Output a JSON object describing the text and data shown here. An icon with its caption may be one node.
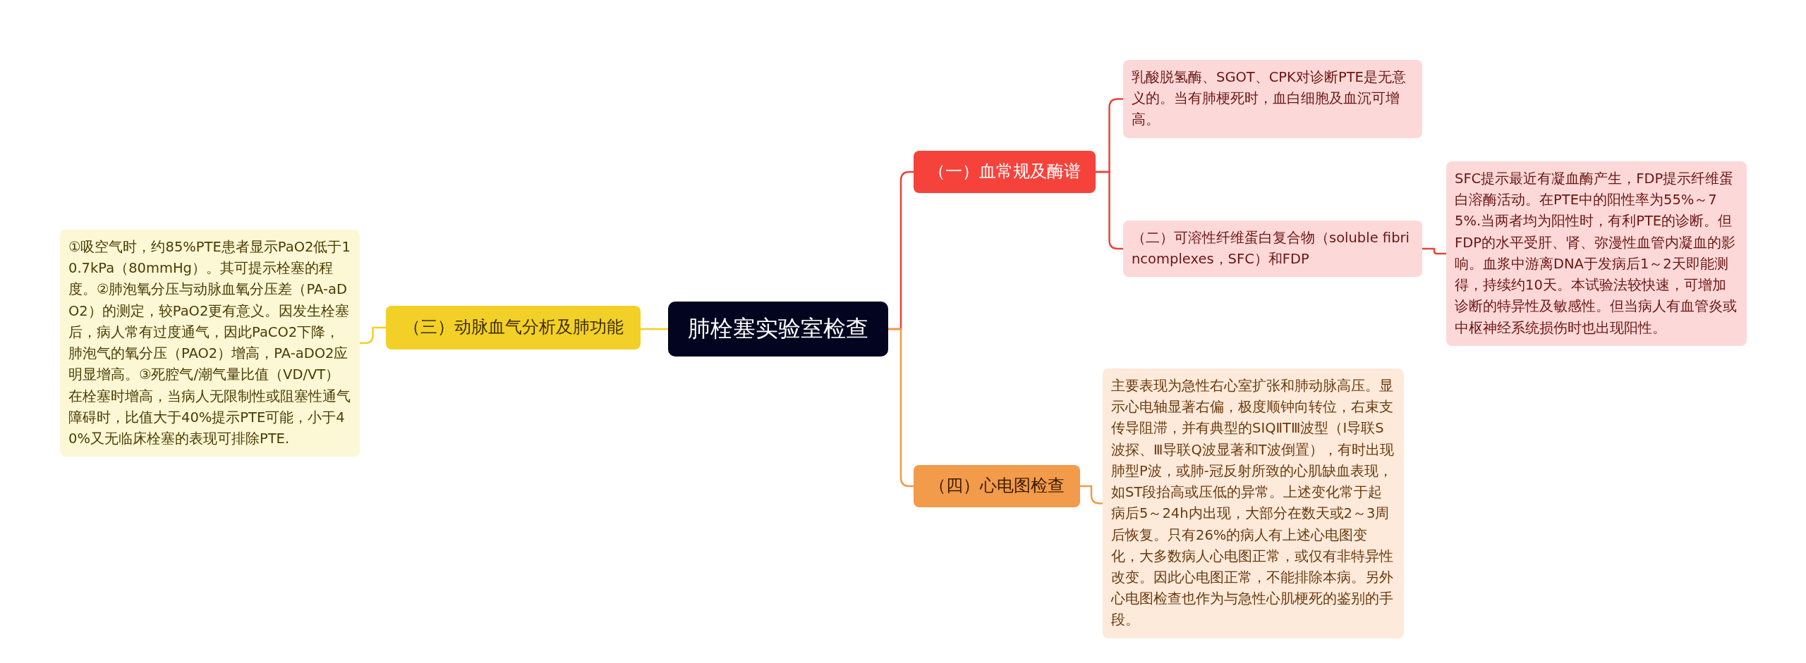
{
  "diagram": {
    "nodes": [
      {
        "text": [
          "肺栓塞实验室检查"
        ]
      },
      {
        "text": [
          "（一）血常规及酶谱"
        ]
      },
      {
        "text": [
          "乳酸脱氢酶、SGOT、CPK对诊断PTE是无意义的。当有肺梗死时，血白细胞及血沉可增高。"
        ]
      },
      {
        "text": [
          "（二）可溶性纤维蛋白复合物（soluble fibrincomplexes，SFC）和FDP"
        ]
      },
      {
        "text": [
          "SFC提示最近有凝血酶产生，FDP提示纤维蛋白溶酶活动。在PTE中的阳性率为55%～75%.当两者均为阳性时，有利PTE的诊断。但FDP的水平受肝、肾、弥漫性血管内凝血的影响。血浆中游离DNA于发病后1～2天即能测得，持续约10天。本试验法较快速，可增加诊断的特异性及敏感性。但当病人有血管炎或中枢神经系统损伤时也出现阳性。"
        ]
      },
      {
        "text": [
          "（三）动脉血气分析及肺功能"
        ]
      },
      {
        "text": [
          "①吸空气时，约85%PTE患者显示PaO2低于10.7kPa（80mmHg）。其可提示栓塞的程度。②肺泡氧分压与动脉血氧分压差（PA-aDO2）的测定，较PaO2更有意义。因发生栓塞后，病人常有过度通气，因此PaCO2下降，肺泡气的氧分压（PAO2）增高，PA-aDO2应明显增高。③死腔气/潮气量比值（VD/VT）在栓塞时增高，当病人无限制性或阻塞性通气障碍时，比值大于40%提示PTE可能，小于40%又无临床栓塞的表现可排除PTE."
        ]
      },
      {
        "text": [
          "（四）心电图检查"
        ]
      },
      {
        "text": [
          "主要表现为急性右心室扩张和肺动脉高压。显示心电轴显著右偏，极度顺钟向转位，右束支传导阻滞，并有典型的SⅠQⅡTⅢ波型（Ⅰ导联S波探、Ⅲ导联Q波显著和T波倒置），有时出现肺型P波，或肺-冠反射所致的心肌缺血表现，如ST段抬高或压低的异常。上述变化常于起病后5～24h内出现，大部分在数天或2～3周后恢复。只有26%的病人有上述心电图变化，大多数病人心电图正常，或仅有非特异性改变。因此心电图正常，不能排除本病。另外心电图检查也作为与急性心肌梗死的鉴别的手段。"
        ]
      }
    ],
    "edges": [
      {
        "from": 0,
        "to": 1,
        "arrow": "none"
      },
      {
        "from": 1,
        "to": 2,
        "arrow": "none"
      },
      {
        "from": 1,
        "to": 3,
        "arrow": "none"
      },
      {
        "from": 3,
        "to": 4,
        "arrow": "none"
      },
      {
        "from": 0,
        "to": 5,
        "arrow": "none",
        "color": "#f2d024"
      },
      {
        "from": 5,
        "to": 6,
        "arrow": "none",
        "color": "#f2d024"
      },
      {
        "from": 0,
        "to": 7,
        "arrow": "none",
        "color": "#ee9b48"
      },
      {
        "from": 7,
        "to": 8,
        "arrow": "none",
        "color": "#ee9b48"
      }
    ]
  }
}
